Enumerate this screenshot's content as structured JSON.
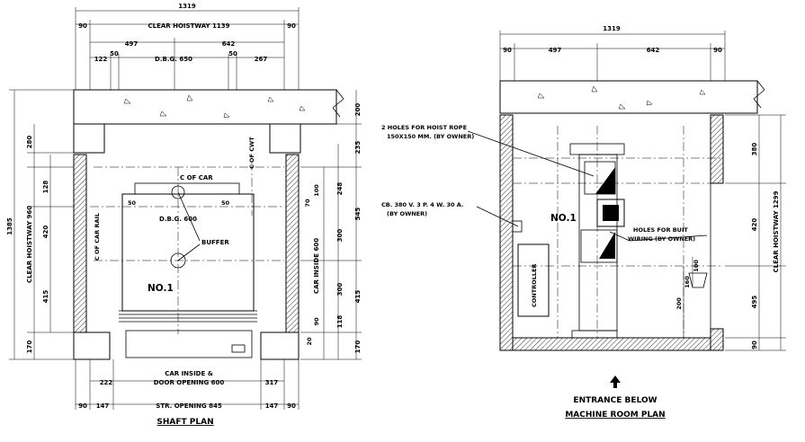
{
  "shaft": {
    "title": "SHAFT PLAN",
    "dims": {
      "overall": "1319",
      "clear_hoistway": "CLEAR HOISTWAY 1139",
      "left_wall": "90",
      "right_wall": "90",
      "d497": "497",
      "d642": "642",
      "d122": "122",
      "d50a": "50",
      "dbg_top": "D.B.G. 650",
      "d50b": "50",
      "d267": "267",
      "d280": "280",
      "d128": "128",
      "d420": "420",
      "d415": "415",
      "d170": "170",
      "clear_hoistway_v": "CLEAR HOISTWAY 960",
      "total_v": "1385",
      "r200": "200",
      "r235": "235",
      "r248": "248",
      "r545": "545",
      "r415": "415",
      "r170": "170",
      "d70": "70",
      "d100": "100",
      "d300a": "300",
      "d300b": "300",
      "d90": "90",
      "d118": "118",
      "d20": "20",
      "car_inside_v": "CAR INSIDE 600",
      "d222": "222",
      "d317": "317",
      "car_inside_h1": "CAR INSIDE &",
      "car_inside_h2": "DOOR OPENING 600",
      "b90a": "90",
      "b147a": "147",
      "str_opening": "STR. OPENING 845",
      "b147b": "147",
      "b90b": "90"
    },
    "labels": {
      "c_of_car": "C OF CAR",
      "c_of_cwt": "C OF CWT",
      "d50l": "50",
      "d50r": "50",
      "dbg_car": "D.B.G. 600",
      "c_of_car_rail": "C OF CAR RAIL",
      "buffer": "BUFFER",
      "no1": "NO.1"
    }
  },
  "machine": {
    "title": "MACHINE ROOM PLAN",
    "entrance": "ENTRANCE BELOW",
    "dims": {
      "overall": "1319",
      "d90a": "90",
      "d497": "497",
      "d642": "642",
      "d90b": "90",
      "r380": "380",
      "r420": "420",
      "r495": "495",
      "r90": "90",
      "clear_hoistway_v": "CLEAR HOISTWAY 1299",
      "d100": "100",
      "d160": "160",
      "d200": "200"
    },
    "labels": {
      "holes_rope_1": "2 HOLES FOR HOIST ROPE",
      "holes_rope_2": "150X150 MM. (BY OWNER)",
      "cb_1": "CB. 380 V. 3 P. 4 W. 30 A.",
      "cb_2": "(BY OWNER)",
      "no1": "NO.1",
      "holes_wiring_1": "HOLES FOR BUIT",
      "holes_wiring_2": "WIRING (BY OWNER)",
      "controller": "CONTROLLER"
    }
  }
}
